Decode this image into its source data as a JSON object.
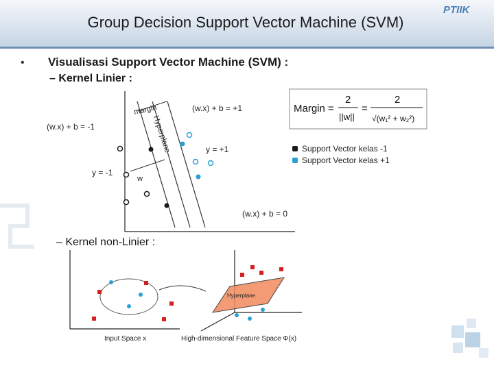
{
  "slide": {
    "title": "Group Decision Support Vector Machine (SVM)",
    "logo": "PTIIK",
    "bullet": "Visualisasi Support Vector Machine (SVM) :",
    "sub_linear": "– Kernel Linier :",
    "sub_nonlinear": "– Kernel non-Linier :"
  },
  "linear": {
    "margin_label": "margin",
    "hyperplane_label": "Hyperplane",
    "plus_plane": "(w.x) + b = +1",
    "minus_plane": "(w.x) + b = -1",
    "zero_plane": "(w.x) + b = 0",
    "y_plus": "y = +1",
    "y_minus": "y = -1",
    "w_label": "w"
  },
  "formula": {
    "prefix": "Margin =",
    "num1": "2",
    "den1": "||w||",
    "eq": "=",
    "num2": "2",
    "den2": "√(w₁² + w₂²)"
  },
  "legend": {
    "neg": "Support Vector kelas -1",
    "pos": "Support Vector kelas +1"
  },
  "nonlinear": {
    "input_space": "Input Space x",
    "feature_space": "High-dimensional Feature Space Φ(x)",
    "hyperplane": "Hyperplane"
  },
  "colors": {
    "negative_point": "#1a1a1a",
    "positive_point": "#2a9fd6",
    "red_point": "#d42020",
    "plane_fill": "#f08a5d"
  }
}
